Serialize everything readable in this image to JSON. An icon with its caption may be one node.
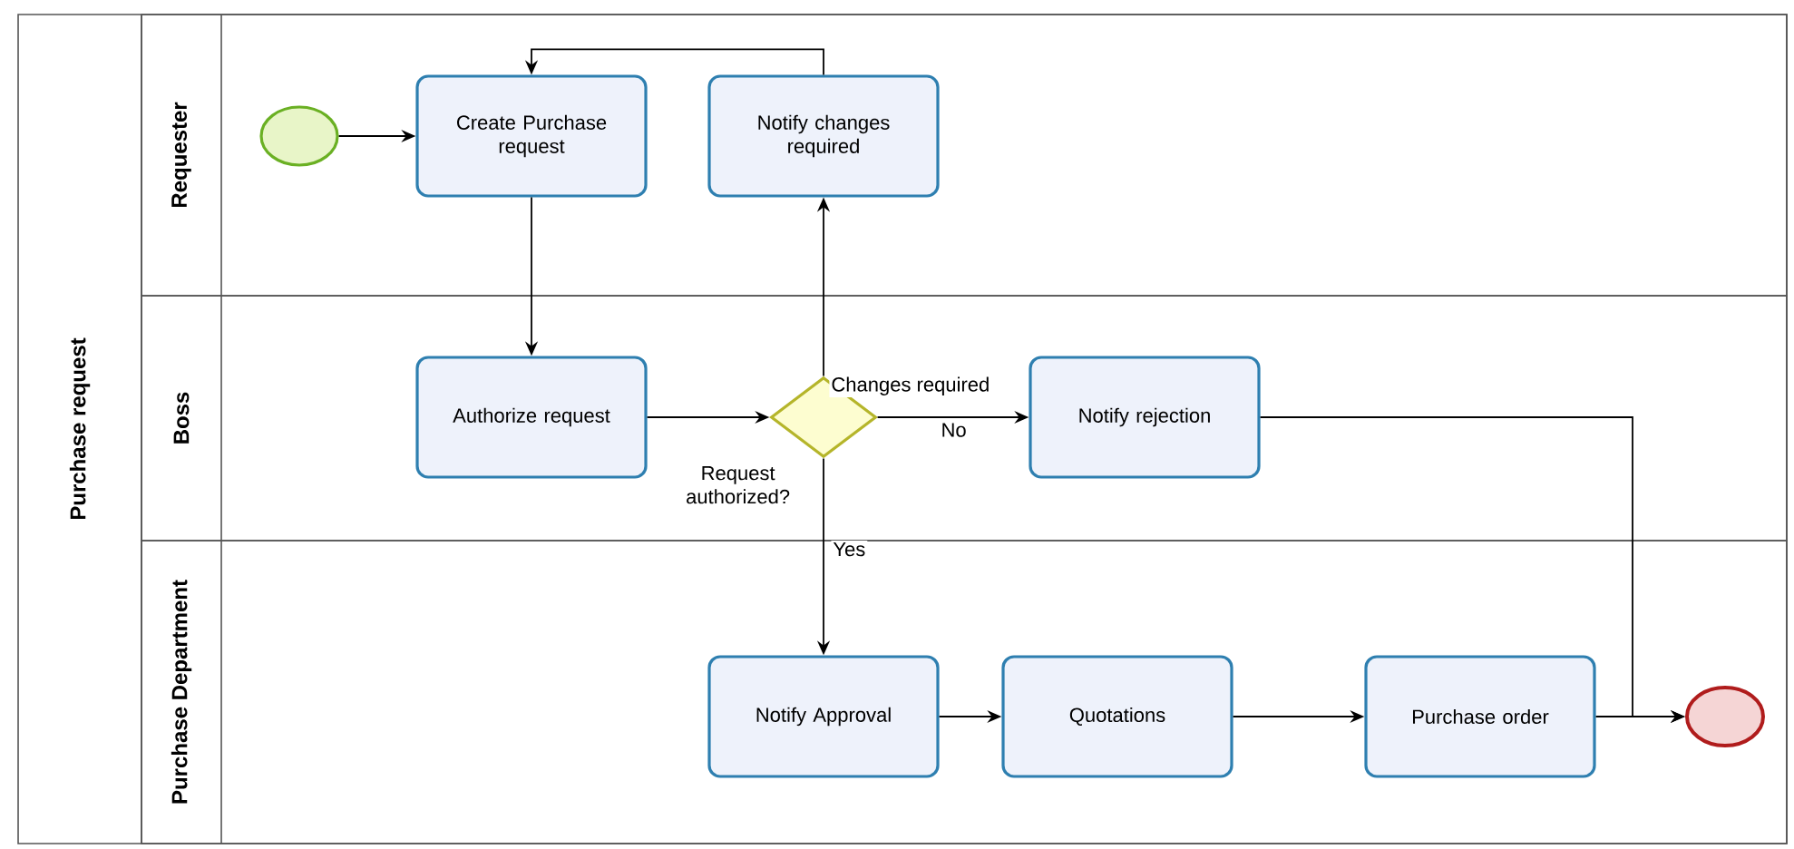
{
  "diagram": {
    "nodes": [
      {
        "text": [
          "Purchase request"
        ]
      },
      {
        "text": [
          "Requester"
        ],
        "in": 0
      },
      {
        "text": [
          "Boss"
        ],
        "in": 0
      },
      {
        "text": [
          "Purchase Department"
        ],
        "in": 0
      },
      {
        "text": [],
        "shape": "circle",
        "in": 1
      },
      {
        "text": [
          "Create Purchase request"
        ],
        "in": 1
      },
      {
        "text": [
          "Notify changes required"
        ],
        "in": 1
      },
      {
        "text": [
          "Authorize request"
        ],
        "in": 2
      },
      {
        "text": [],
        "shape": "diamond",
        "beside": [
          "Request authorized?"
        ],
        "in": 2
      },
      {
        "text": [
          "Notify rejection"
        ],
        "in": 2
      },
      {
        "text": [
          "Notify Approval"
        ],
        "in": 3
      },
      {
        "text": [
          "Quotations"
        ],
        "in": 3
      },
      {
        "text": [
          "Purchase order"
        ],
        "in": 3
      },
      {
        "text": [],
        "shape": "circle",
        "in": 3
      }
    ],
    "edges": [
      {
        "from": 4,
        "to": 5,
        "arrow": "to"
      },
      {
        "from": 5,
        "to": 7,
        "arrow": "to"
      },
      {
        "from": 7,
        "to": 8,
        "arrow": "to"
      },
      {
        "from": 8,
        "to": 6,
        "arrow": "to",
        "label": "Changes required"
      },
      {
        "from": 6,
        "to": 5,
        "arrow": "to"
      },
      {
        "from": 8,
        "to": 9,
        "arrow": "to",
        "label": "No"
      },
      {
        "from": 8,
        "to": 10,
        "arrow": "to",
        "label": "Yes"
      },
      {
        "from": 10,
        "to": 11,
        "arrow": "to"
      },
      {
        "from": 11,
        "to": 12,
        "arrow": "to"
      },
      {
        "from": 12,
        "to": 13,
        "arrow": "to"
      },
      {
        "from": 9,
        "to": 13,
        "arrow": "to"
      }
    ]
  }
}
